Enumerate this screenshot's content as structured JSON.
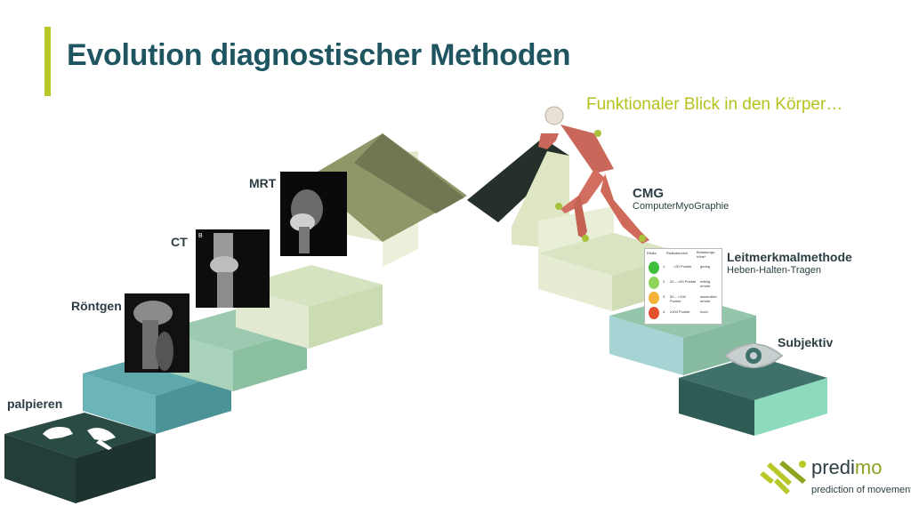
{
  "title": "Evolution diagnostischer Methoden",
  "subtitle": "Funktionaler Blick in den Körper…",
  "left_steps": {
    "palpieren": "palpieren",
    "roentgen": "Röntgen",
    "ct": "CT",
    "mrt": "MRT"
  },
  "right_steps": {
    "cmg": "CMG",
    "cmg_sub": "ComputerMyoGraphie",
    "leitmerkmal": "Leitmerkmalmethode",
    "leitmerkmal_sub": "Heben-Halten-Tragen",
    "subjektiv": "Subjektiv"
  },
  "table": {
    "headers": [
      "Risiko",
      "Risikobereich",
      "Belastungs-höhe*"
    ],
    "rows": [
      {
        "n": "1",
        "range": "<20 Punkte",
        "level": "gering"
      },
      {
        "n": "2",
        "range": "20 – <50 Punkte",
        "level": "mäßig erhöht"
      },
      {
        "n": "3",
        "range": "50 – <100 Punkte",
        "level": "wesentlich erhöht"
      },
      {
        "n": "4",
        "range": "≥100 Punkte",
        "level": "hoch"
      }
    ]
  },
  "logo": {
    "word_dark": "predi",
    "word_light": "mo",
    "tagline": "prediction of movement"
  },
  "icons": [
    "hands-icon",
    "eye-icon",
    "logo-mark-icon",
    "xray-image",
    "ct-image",
    "mrt-image",
    "anatomy-figure"
  ],
  "colors": {
    "accent": "#b9c829",
    "title": "#1e5560",
    "step_dark": "#1f3a36",
    "step_teal": "#5da8ac",
    "step_green": "#a7cfb6",
    "step_pale": "#dfe8c8",
    "roof_top": "#8f9968",
    "roof_dark": "#253029"
  }
}
